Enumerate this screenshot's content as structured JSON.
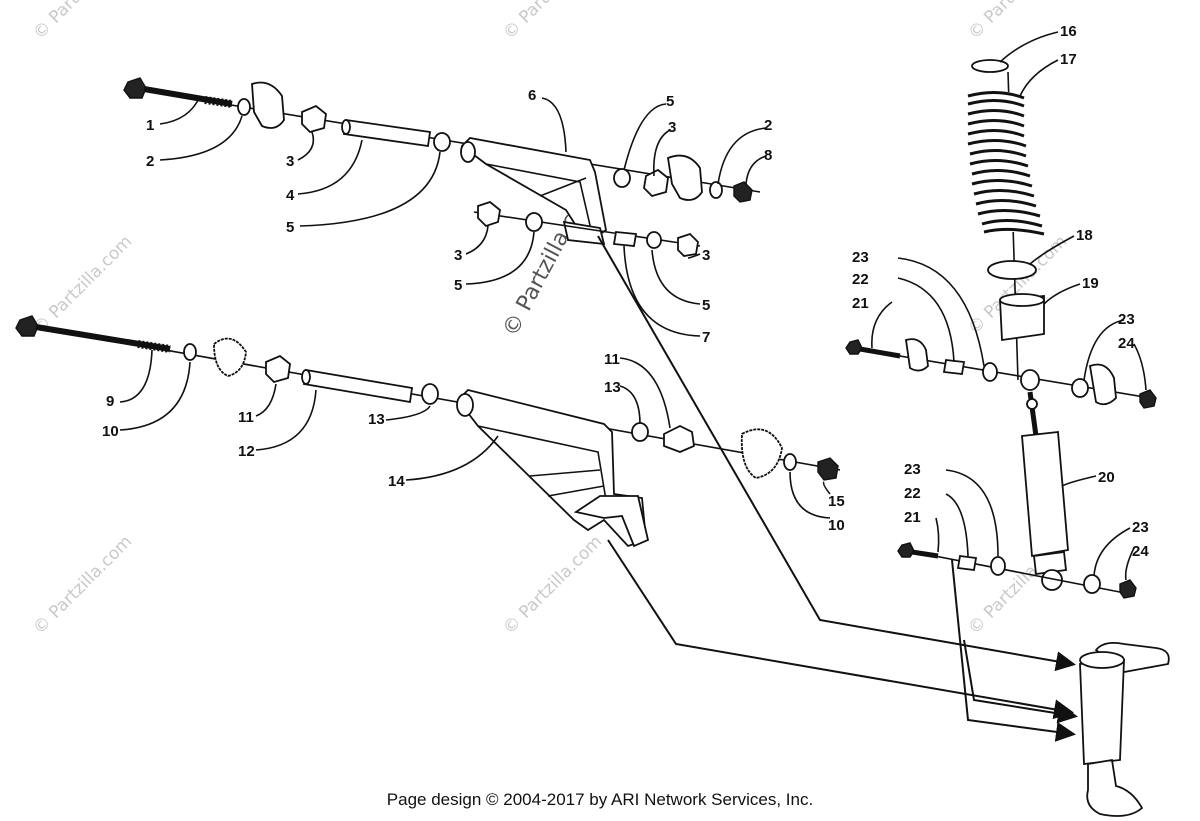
{
  "footer": "Page design © 2004-2017 by ARI Network Services, Inc.",
  "watermark": "© Partzilla.com",
  "callouts": [
    "1",
    "2",
    "3",
    "4",
    "5",
    "6",
    "5",
    "3",
    "2",
    "8",
    "3",
    "5",
    "5",
    "7",
    "3",
    "9",
    "10",
    "11",
    "12",
    "13",
    "14",
    "11",
    "13",
    "15",
    "10",
    "16",
    "17",
    "18",
    "19",
    "23",
    "22",
    "21",
    "23",
    "24",
    "20",
    "23",
    "22",
    "21",
    "23",
    "24"
  ]
}
